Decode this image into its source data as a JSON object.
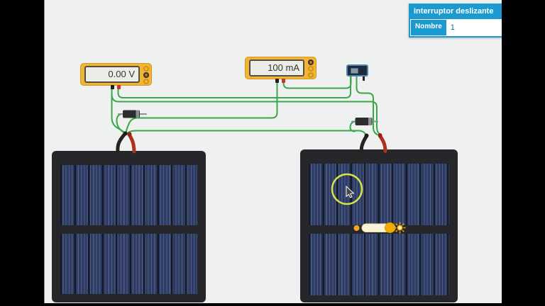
{
  "app": {
    "name": "circuit-simulator"
  },
  "properties_panel": {
    "title": "Interruptor deslizante",
    "fields": [
      {
        "label": "Nombre",
        "value": "1"
      }
    ]
  },
  "components": {
    "voltmeter": {
      "type": "multimeter",
      "reading": "0.00 V"
    },
    "ammeter": {
      "type": "multimeter",
      "reading": "100 mA"
    },
    "slide_switch": {
      "type": "slide-switch"
    },
    "diode_left": {
      "type": "diode"
    },
    "diode_right": {
      "type": "diode"
    },
    "solar_panel_left": {
      "type": "solar-panel"
    },
    "solar_panel_right": {
      "type": "solar-panel",
      "brightness": "high"
    }
  },
  "colors": {
    "accent_blue": "#1b9ad0",
    "wire_green": "#3aa84a",
    "multimeter_yellow": "#f2b432",
    "wire_red": "#ad3120",
    "wire_black": "#26231f",
    "panel_frame": "#26272b",
    "panel_cell": "#2d3b62",
    "highlight_yellow": "#d7e44c",
    "slider_yellow": "#f0ad00"
  }
}
